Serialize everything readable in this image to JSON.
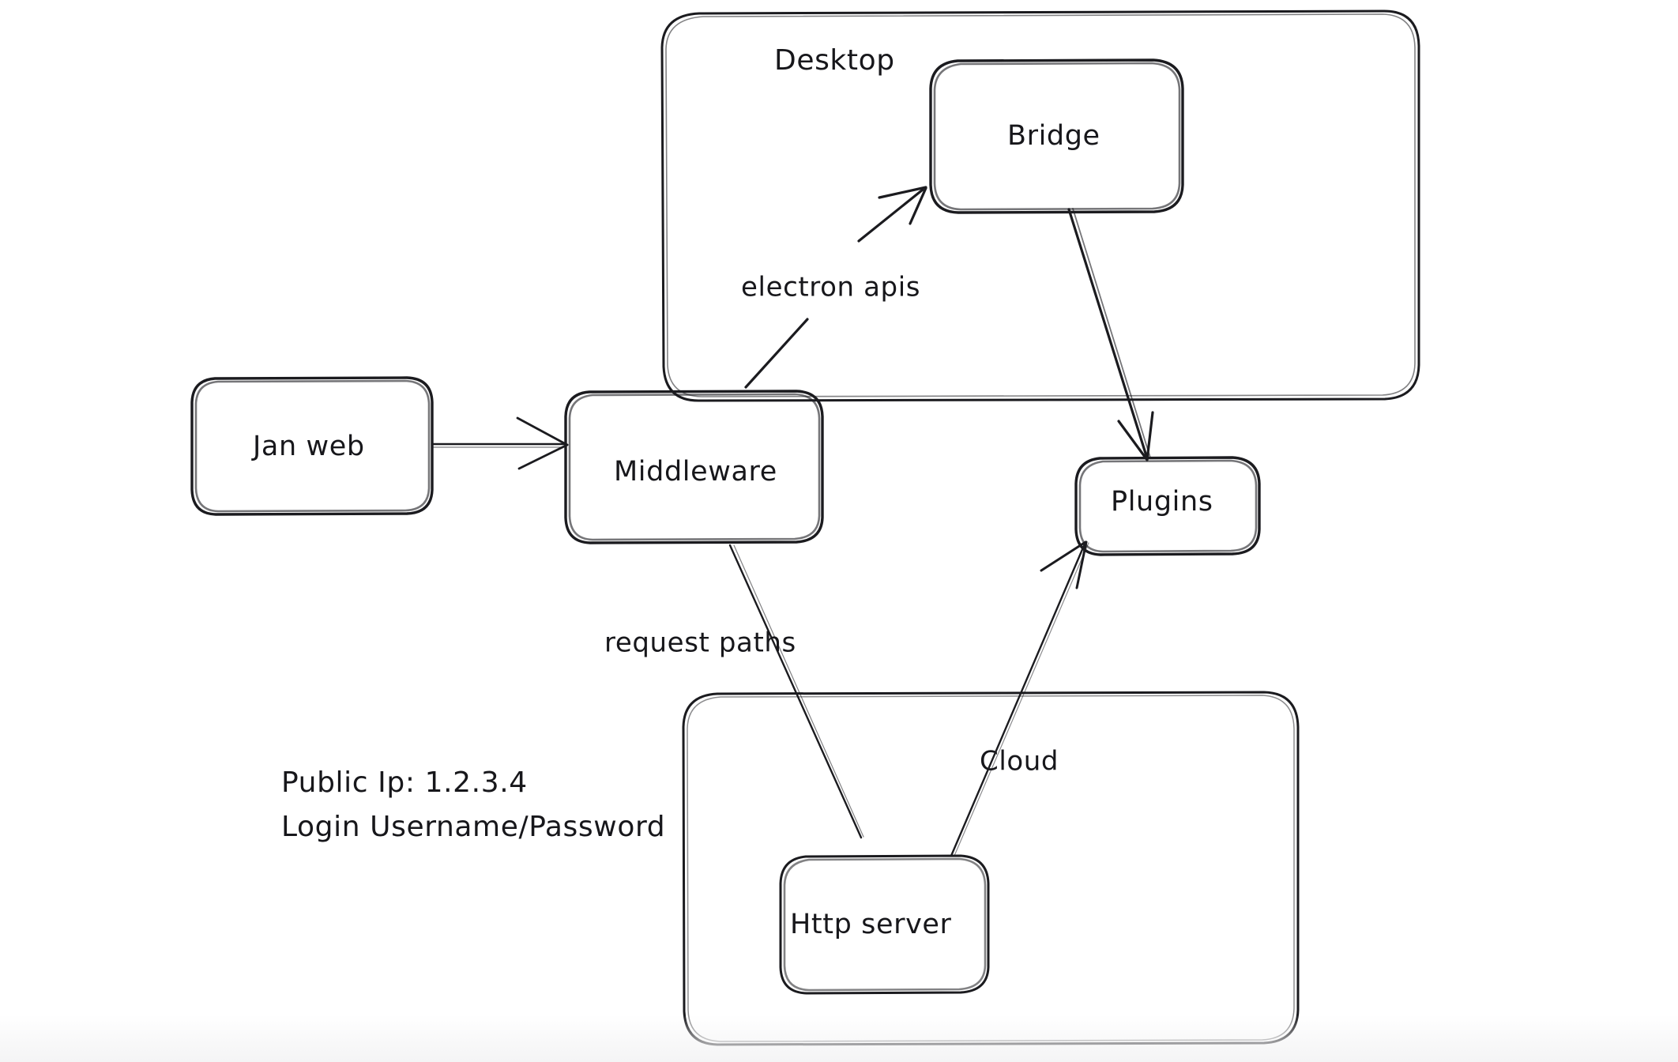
{
  "diagram": {
    "title_present": false,
    "style": "hand-drawn whiteboard sketch",
    "background_color": "#ffffff",
    "stroke_color": "#1b1b1f",
    "text_color": "#17171b",
    "containers": [
      {
        "id": "desktop",
        "label": "Desktop"
      },
      {
        "id": "cloud",
        "label": "Cloud"
      }
    ],
    "nodes": [
      {
        "id": "jan-web",
        "label": "Jan web"
      },
      {
        "id": "middleware",
        "label": "Middleware"
      },
      {
        "id": "bridge",
        "label": "Bridge"
      },
      {
        "id": "plugins",
        "label": "Plugins"
      },
      {
        "id": "http-server",
        "label": "Http server"
      }
    ],
    "edges": [
      {
        "id": "janweb-to-middleware",
        "from": "jan-web",
        "to": "middleware",
        "label": "",
        "arrow": true
      },
      {
        "id": "middleware-to-bridge",
        "from": "middleware",
        "to": "bridge",
        "label": "electron apis",
        "arrow": true
      },
      {
        "id": "bridge-to-plugins",
        "from": "bridge",
        "to": "plugins",
        "label": "",
        "arrow": true
      },
      {
        "id": "middleware-to-httpserver",
        "from": "middleware",
        "to": "http-server",
        "label": "request paths",
        "arrow": false
      },
      {
        "id": "httpserver-to-plugins",
        "from": "http-server",
        "to": "plugins",
        "label": "",
        "arrow": true
      }
    ],
    "notes": {
      "id": "public-ip-note",
      "lines": [
        "Public Ip: 1.2.3.4",
        "Login Username/Password"
      ]
    }
  }
}
